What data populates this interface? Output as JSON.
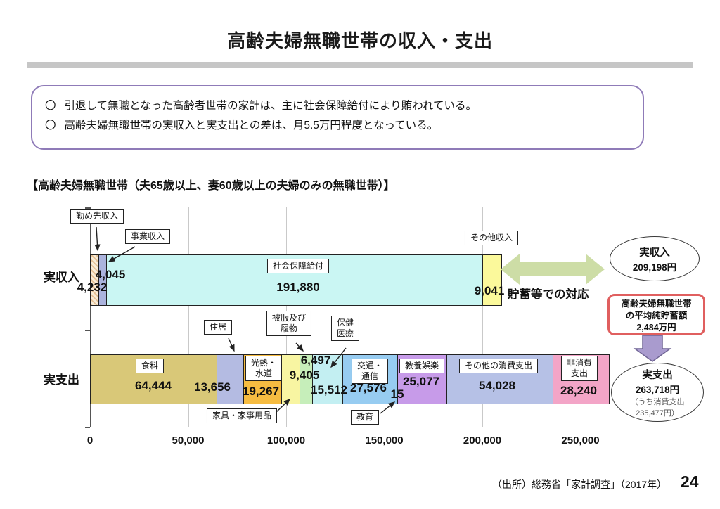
{
  "page": {
    "title": "高齢夫婦無職世帯の収入・支出",
    "source": "（出所）総務省「家計調査」（2017年）",
    "page_number": "24"
  },
  "summary_box": {
    "bullets": [
      {
        "marker": "〇",
        "text": "引退して無職となった高齢者世帯の家計は、主に社会保障給付により賄われている。"
      },
      {
        "marker": "〇",
        "text": "高齢夫婦無職世帯の実収入と実支出との差は、月5.5万円程度となっている。"
      }
    ]
  },
  "chart_heading": "【高齢夫婦無職世帯（夫65歳以上、妻60歳以上の夫婦のみの無職世帯）】",
  "chart_data": {
    "type": "bar",
    "orientation": "horizontal",
    "title": "高齢夫婦無職世帯の収入・支出（月額、円）",
    "xlabel": "",
    "ylabel": "",
    "xlim": [
      0,
      250000
    ],
    "grid": true,
    "x_axis_ticks": [
      {
        "value": 0,
        "label": "0"
      },
      {
        "value": 50000,
        "label": "50,000"
      },
      {
        "value": 100000,
        "label": "100,000"
      },
      {
        "value": 150000,
        "label": "150,000"
      },
      {
        "value": 200000,
        "label": "200,000"
      },
      {
        "value": 250000,
        "label": "250,000"
      }
    ],
    "rows": [
      {
        "label": "実収入",
        "total": 209198,
        "segments": [
          {
            "id": "employment-income",
            "name": "勤め先収入",
            "value": 4232,
            "display": "4,232",
            "color": "#f3ddbd",
            "pattern": "hatch"
          },
          {
            "id": "business-income",
            "name": "事業収入",
            "value": 4045,
            "display": "4,045",
            "color": "#abb3dd"
          },
          {
            "id": "social-security-benefits",
            "name": "社会保障給付",
            "value": 191880,
            "display": "191,880",
            "color": "#caf6f3"
          },
          {
            "id": "other-income",
            "name": "その他収入",
            "value": 9041,
            "display": "9,041",
            "color": "#fbf99b"
          }
        ]
      },
      {
        "label": "実支出",
        "total": 263718,
        "segments": [
          {
            "id": "food",
            "name": "食料",
            "value": 64444,
            "display": "64,444",
            "color": "#d9c878"
          },
          {
            "id": "housing",
            "name": "住居",
            "value": 13656,
            "display": "13,656",
            "color": "#b4bbe2"
          },
          {
            "id": "utilities",
            "name": "光熱・水道",
            "value": 19267,
            "display": "19,267",
            "color": "#f6bc41"
          },
          {
            "id": "furniture-household",
            "name": "家具・家事用品",
            "value": 9405,
            "display": "9,405",
            "color": "#f8f5a2"
          },
          {
            "id": "clothing-footwear",
            "name": "被服及び履物",
            "value": 6497,
            "display": "6,497",
            "color": "#c6eeba"
          },
          {
            "id": "health-medical",
            "name": "保健医療",
            "value": 15512,
            "display": "15,512",
            "color": "#c3eff2"
          },
          {
            "id": "transport-communication",
            "name": "交通・通信",
            "value": 27576,
            "display": "27,576",
            "color": "#97ccf1"
          },
          {
            "id": "education",
            "name": "教育",
            "value": 15,
            "display": "15",
            "color": "#caa6e8"
          },
          {
            "id": "recreation",
            "name": "教養娯楽",
            "value": 25077,
            "display": "25,077",
            "color": "#c79be9"
          },
          {
            "id": "other-consumption",
            "name": "その他の消費支出",
            "value": 54028,
            "display": "54,028",
            "color": "#b6c1e6"
          },
          {
            "id": "non-consumption",
            "name": "非消費支出",
            "value": 28240,
            "display": "28,240",
            "color": "#f3a5c7"
          }
        ]
      }
    ]
  },
  "callouts": {
    "employment_income": "勤め先収入",
    "business_income": "事業収入",
    "social_security": "社会保障給付",
    "other_income": "その他収入",
    "food": "食料",
    "housing": "住居",
    "utilities": "光熱・\n水道",
    "furniture": "家具・家事用品",
    "clothing": "被服及び\n履物",
    "medical": "保健\n医療",
    "transport": "交通・\n通信",
    "education": "教育",
    "recreation": "教養娯楽",
    "other_consumption": "その他の消費支出",
    "non_consumption": "非消費\n支出"
  },
  "annotations": {
    "savings_note": "貯蓄等での対応",
    "income_ellipse": {
      "title": "実収入",
      "value": "209,198円"
    },
    "savings_box": {
      "line1": "高齢夫婦無職世帯",
      "line2": "の平均純貯蓄額",
      "value": "2,484万円"
    },
    "expense_ellipse": {
      "title": "実支出",
      "value": "263,718円",
      "note_line1": "（うち消費支出",
      "note_line2": "235,477円）"
    }
  },
  "colors": {
    "green_arrow": "#cddda6",
    "purple_arrow": "#a99bce",
    "purple_arrow_border": "#6f6494",
    "red_box_border": "#e05f5f",
    "summary_border": "#8f7bb8",
    "divider": "#c6c6c6"
  }
}
